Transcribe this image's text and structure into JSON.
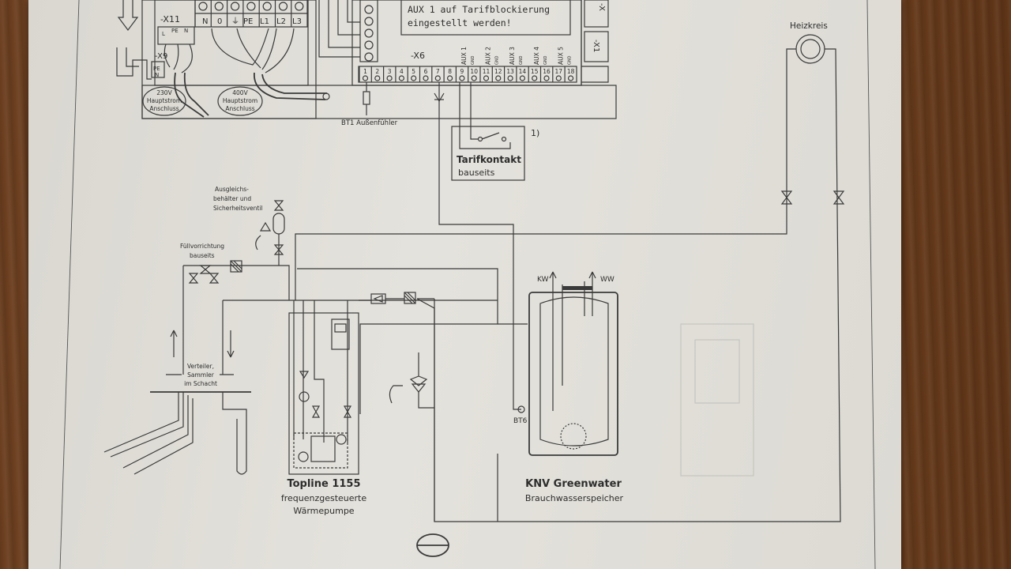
{
  "terminal_x11": {
    "id": "-X11",
    "labels": [
      "N",
      "0",
      "⏚",
      "PE",
      "L1",
      "L2",
      "L3"
    ],
    "sub_labels": [
      "L",
      "PE",
      "N"
    ]
  },
  "terminal_x9": {
    "id": "-X9",
    "labels": [
      "PE",
      "N"
    ]
  },
  "power_230": {
    "voltage": "230V",
    "line1": "Hauptstrom",
    "line2": "Anschluss"
  },
  "power_400": {
    "voltage": "400V",
    "line1": "Hauptstrom",
    "line2": "Anschluss"
  },
  "note": {
    "line1": "AUX 1 auf Tarifblockierung",
    "line2": "eingestellt werden!"
  },
  "terminal_x6": {
    "id": "-X6",
    "aux_labels": [
      "AUX 1",
      "AUX 2",
      "AUX 3",
      "AUX 4",
      "AUX 5"
    ],
    "gnd_label": "GND",
    "numbers": [
      "1",
      "2",
      "3",
      "4",
      "5",
      "6",
      "7",
      "8",
      "9",
      "10",
      "11",
      "12",
      "13",
      "14",
      "15",
      "16",
      "17",
      "18"
    ]
  },
  "connector_x1": "-X1",
  "connector_x": "-X",
  "sensor_bt1": "BT1 Außenfühler",
  "tarifkontakt": {
    "footnote": "1)",
    "title": "Tarifkontakt",
    "subtitle": "bauseits"
  },
  "heizkreis": "Heizkreis",
  "ausgleich": {
    "line1": "Ausgleichs-",
    "line2": "behälter und",
    "line3": "Sicherheitsventil"
  },
  "fuellvorrichtung": {
    "line1": "Füllvorrichtung",
    "line2": "bauseits"
  },
  "verteiler": {
    "line1": "Verteiler,",
    "line2": "Sammler",
    "line3": "im Schacht"
  },
  "heat_pump": {
    "title": "Topline 1155",
    "line1": "frequenzgesteuerte",
    "line2": "Wärmepumpe"
  },
  "tank": {
    "title": "KNV Greenwater",
    "subtitle": "Brauchwasserspeicher",
    "kw": "KW",
    "ww": "WW",
    "sensor": "BT6"
  },
  "colors": {
    "paper": "#e2e0da",
    "ink": "#2d2d2d",
    "wood": "#7a4a26"
  }
}
